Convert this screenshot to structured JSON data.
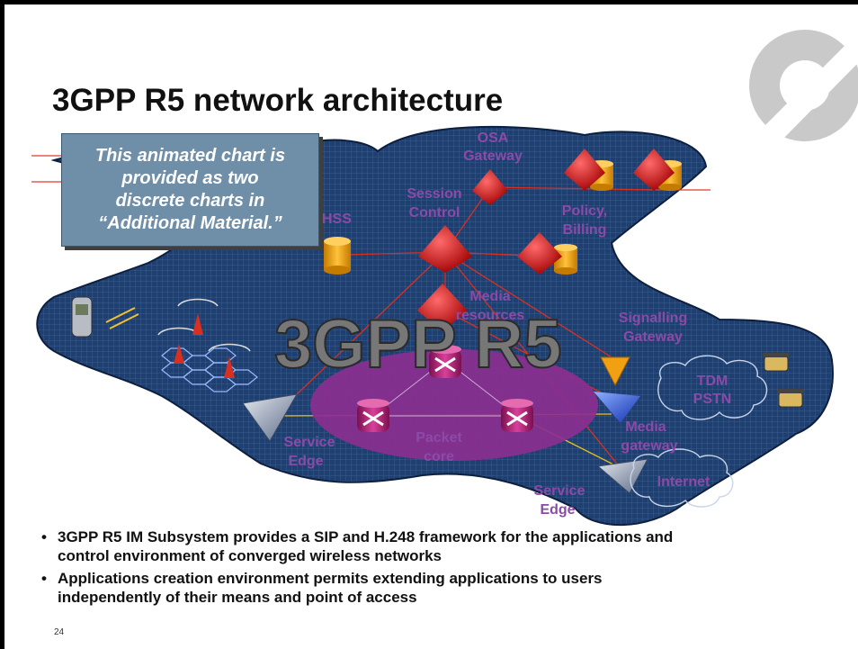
{
  "slide": {
    "title": "3GPP R5 network architecture",
    "page_number": "24",
    "callout_lines": [
      "This animated chart is",
      "provided as two",
      "discrete charts in",
      "“Additional Material.”"
    ]
  },
  "diagram": {
    "big_label": "3GPP R5",
    "labels": {
      "osa_gateway": [
        "OSA",
        "Gateway"
      ],
      "session_control": [
        "Session",
        "Control"
      ],
      "hss": "HSS",
      "policy_billing": [
        "Policy,",
        "Billing"
      ],
      "media_resources": [
        "Media",
        "resources"
      ],
      "signalling_gateway": [
        "Signalling",
        "Gateway"
      ],
      "tdm_pstn": [
        "TDM",
        "PSTN"
      ],
      "media_gateway": [
        "Media",
        "gateway"
      ],
      "packet_core": [
        "Packet",
        "core"
      ],
      "service_edge_left": [
        "Service",
        "Edge"
      ],
      "service_edge_right": [
        "Service",
        "Edge"
      ],
      "internet": "Internet"
    },
    "colors": {
      "cloud": "#1c3a6a",
      "core": "#8a2f8f",
      "router": "#b02a78",
      "server": "#c41515",
      "database": "#e89a10",
      "label": "#8c4aa8"
    }
  },
  "bullets": [
    [
      "3GPP R5 IM Subsystem provides a SIP and H.248 framework for the applications and",
      "control environment of converged wireless networks"
    ],
    [
      "Applications creation environment permits extending applications to users",
      "independently of their means and point of access"
    ]
  ]
}
